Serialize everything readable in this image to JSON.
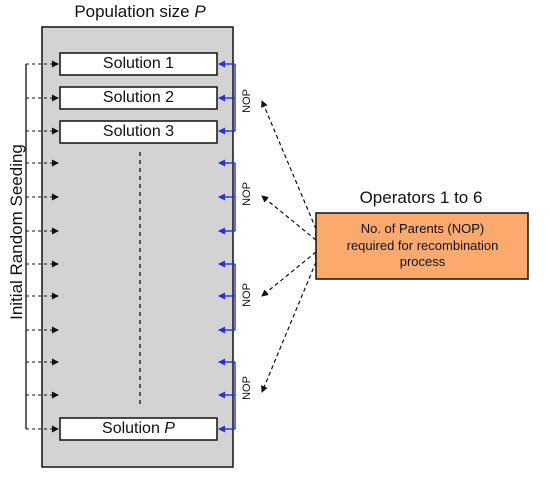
{
  "population": {
    "title_prefix": "Population size ",
    "title_var": "P",
    "solutions": [
      {
        "label": "Solution 1"
      },
      {
        "label": "Solution 2"
      },
      {
        "label": "Solution 3"
      }
    ],
    "last_solution": {
      "prefix": "Solution ",
      "var": "P"
    }
  },
  "seeding_label": "Initial Random Seeding",
  "nop_label": "NOP",
  "operators": {
    "title": "Operators 1 to 6",
    "box_lines": [
      "No. of Parents (NOP)",
      "required for recombination",
      "process"
    ],
    "box_color": "#fca96e"
  },
  "colors": {
    "population_bg": "#d3d3d3",
    "bracket_blue": "#2233dd"
  }
}
